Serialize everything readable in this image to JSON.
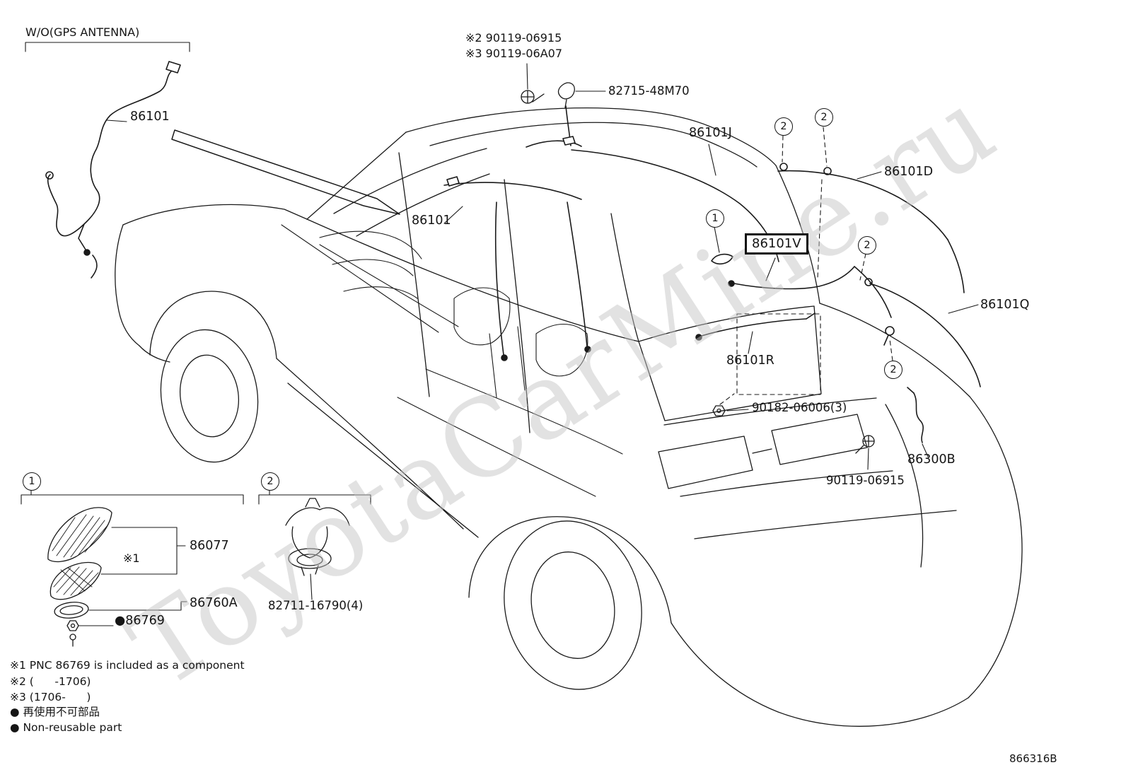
{
  "watermark": "ToyotaCarMine.ru",
  "diagram_code": "866316B",
  "header": {
    "wo_gps_antenna": "W/O(GPS ANTENNA)"
  },
  "callouts": {
    "one": "1",
    "two": "2"
  },
  "parts": {
    "p86101_left": "86101",
    "note2_90119_06915": "※2 90119-06915",
    "note3_90119_06A07": "※3 90119-06A07",
    "p82715_48M70": "82715-48M70",
    "p86101J": "86101J",
    "p86101D": "86101D",
    "p86101_center": "86101",
    "p86101V": "86101V",
    "p86101Q": "86101Q",
    "p86101R": "86101R",
    "p90182_06006": "90182-06006(3)",
    "p90119_06915": "90119-06915",
    "p86300B": "86300B",
    "p86077": "86077",
    "ref1": "※1",
    "p86760A": "86760A",
    "p86769": "●86769",
    "p82711_16790": "82711-16790(4)"
  },
  "footnotes": [
    "※1 PNC 86769 is included as a component",
    "※2 (      -1706)",
    "※3 (1706-      )",
    "● 再使用不可部品",
    "● Non-reusable part"
  ]
}
